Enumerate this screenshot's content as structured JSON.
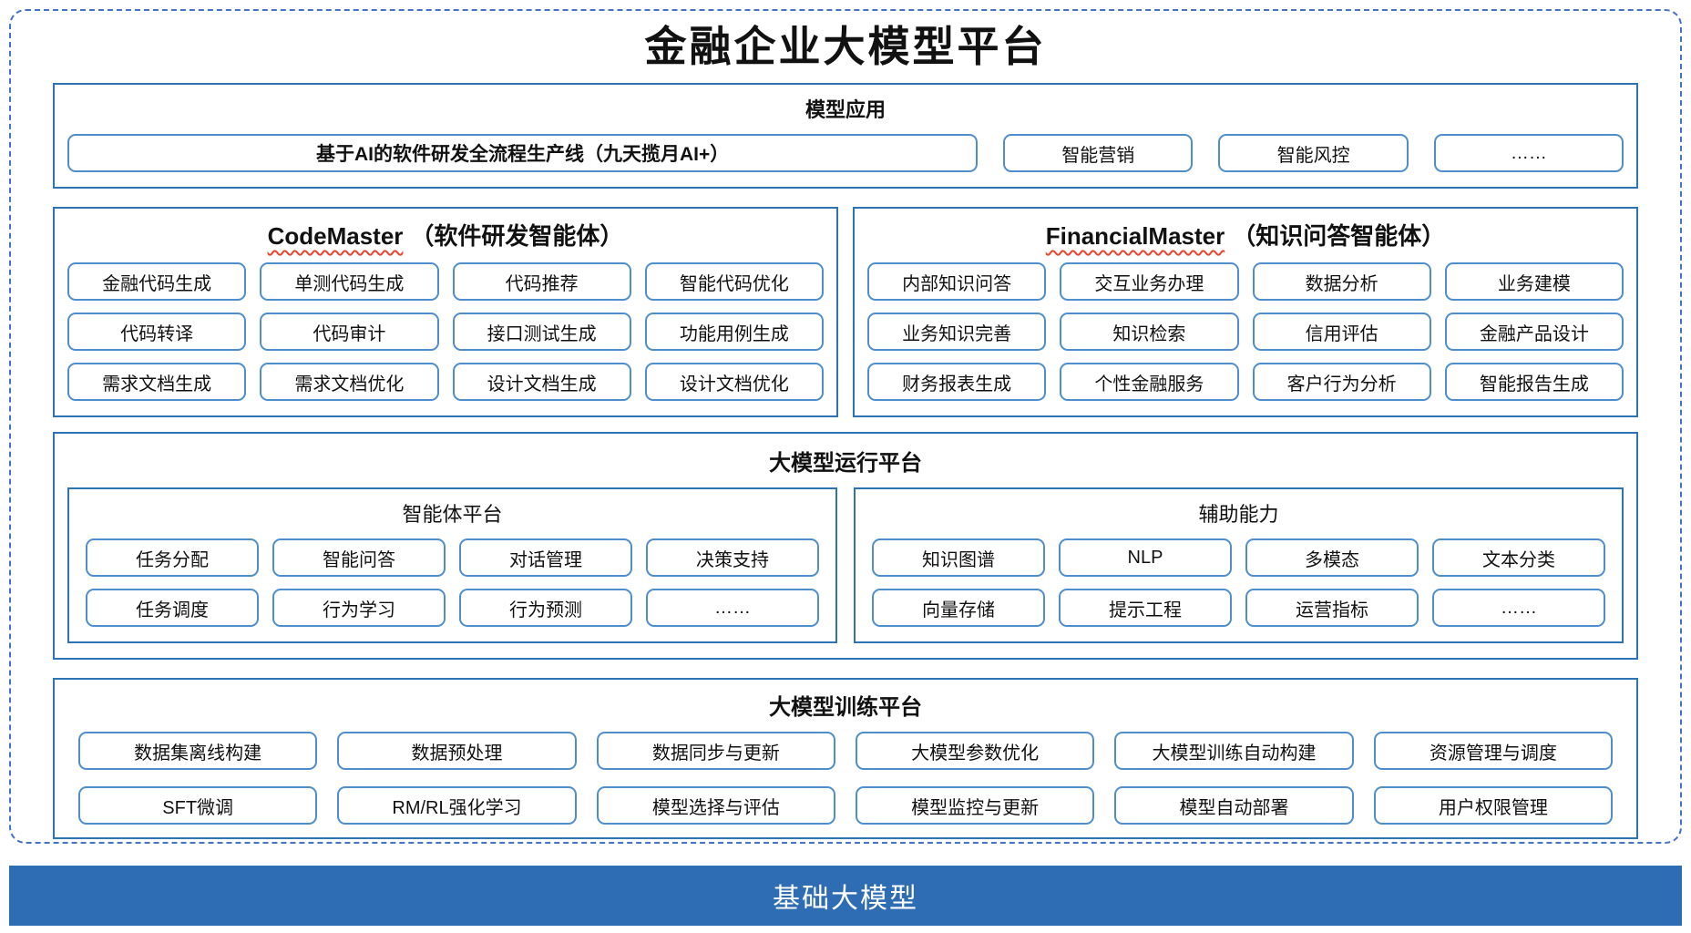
{
  "title": "金融企业大模型平台",
  "colors": {
    "accent": "#2E74B5",
    "item_border": "#4E8ECD",
    "dashed_border": "#4472C4",
    "footer_bg": "#2E6DB4",
    "underline": "#E8442E"
  },
  "sections": {
    "model_app": {
      "header": "模型应用",
      "pipeline": "基于AI的软件研发全流程生产线（九天揽月AI+）",
      "items": [
        "智能营销",
        "智能风控",
        "……"
      ]
    },
    "code_master": {
      "title_en": "CodeMaster",
      "title_zh": "（软件研发智能体）",
      "items": [
        "金融代码生成",
        "单测代码生成",
        "代码推荐",
        "智能代码优化",
        "代码转译",
        "代码审计",
        "接口测试生成",
        "功能用例生成",
        "需求文档生成",
        "需求文档优化",
        "设计文档生成",
        "设计文档优化"
      ]
    },
    "financial_master": {
      "title_en": "FinancialMaster",
      "title_zh": "（知识问答智能体）",
      "items": [
        "内部知识问答",
        "交互业务办理",
        "数据分析",
        "业务建模",
        "业务知识完善",
        "知识检索",
        "信用评估",
        "金融产品设计",
        "财务报表生成",
        "个性金融服务",
        "客户行为分析",
        "智能报告生成"
      ]
    },
    "runtime": {
      "header": "大模型运行平台",
      "agent_platform": {
        "label": "智能体平台",
        "items": [
          "任务分配",
          "智能问答",
          "对话管理",
          "决策支持",
          "任务调度",
          "行为学习",
          "行为预测",
          "……"
        ]
      },
      "aux": {
        "label": "辅助能力",
        "items": [
          "知识图谱",
          "NLP",
          "多模态",
          "文本分类",
          "向量存储",
          "提示工程",
          "运营指标",
          "……"
        ]
      }
    },
    "training": {
      "header": "大模型训练平台",
      "items": [
        "数据集离线构建",
        "数据预处理",
        "数据同步与更新",
        "大模型参数优化",
        "大模型训练自动构建",
        "资源管理与调度",
        "SFT微调",
        "RM/RL强化学习",
        "模型选择与评估",
        "模型监控与更新",
        "模型自动部署",
        "用户权限管理"
      ]
    },
    "foundation": {
      "label": "基础大模型"
    }
  }
}
